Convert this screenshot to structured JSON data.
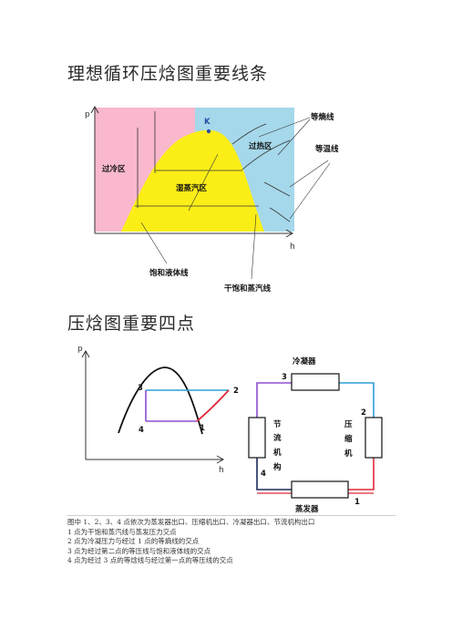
{
  "section1": {
    "title": "理想循环压焓图重要线条",
    "axis_p": "p",
    "axis_h": "h",
    "point_k": "K",
    "regions": {
      "subcooled": "过冷区",
      "wet_vapor": "湿蒸汽区",
      "superheated": "过热区"
    },
    "lines": {
      "isentropic": "等熵线",
      "isotherm": "等温线",
      "saturated_liquid": "饱和液体线",
      "saturated_vapor": "干饱和蒸汽线"
    },
    "colors": {
      "subcooled": "#f9b8cd",
      "wet_vapor": "#fbee17",
      "superheated": "#a5d8ea",
      "k_point": "#2c4aa8"
    }
  },
  "section2": {
    "title": "压焓图重要四点",
    "axis_p": "p",
    "axis_h": "h",
    "points": {
      "p1": "1",
      "p2": "2",
      "p3": "3",
      "p4": "4"
    },
    "components": {
      "condenser": "冷凝器",
      "evaporator": "蒸发器",
      "compressor": [
        "压",
        "缩",
        "机"
      ],
      "throttle": [
        "节",
        "流",
        "机",
        "构"
      ]
    },
    "colors": {
      "red": "#e0283a",
      "cyan": "#2a9fd6",
      "purple": "#8e4ed0",
      "navy": "#1c2a5a"
    }
  },
  "notes": {
    "caption": "图中 1、2、3、4 点依次为蒸发器出口、压缩机出口、冷凝器出口、节流机构出口",
    "items": [
      "1 点为干饱和蒸汽线与蒸发压力交点",
      "2 点为冷凝压力与经过 1 点的等熵线的交点",
      "3 点为经过第二点的等压线与饱和液体线的交点",
      "4 点为经过 3 点的等焓线与经过第一点的等压线的交点"
    ]
  }
}
